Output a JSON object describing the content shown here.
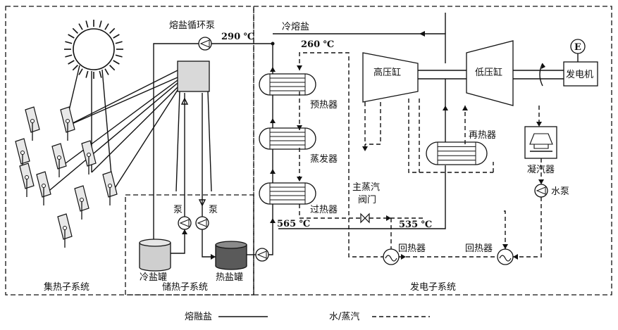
{
  "subsystems": {
    "collector": "集热子系统",
    "storage": "储热子系统",
    "power": "发电子系统"
  },
  "components": {
    "pump_main": "熔盐循环泵",
    "temp_290": "290 ℃",
    "cold_salt": "冷熔盐",
    "temp_260": "260 ℃",
    "preheater": "预热器",
    "evaporator": "蒸发器",
    "superheater": "过热器",
    "temp_565": "565 ℃",
    "main_valve_l1": "主蒸汽",
    "main_valve_l2": "阀门",
    "temp_535": "535 ℃",
    "hp_cylinder": "高压缸",
    "lp_cylinder": "低压缸",
    "generator": "发电机",
    "generator_symbol": "E",
    "reheater": "再热器",
    "condenser": "凝汽器",
    "water_pump": "水泵",
    "regen1": "回热器",
    "regen2": "回热器",
    "pump_left": "泵",
    "pump_right": "泵",
    "cold_tank": "冷盐罐",
    "hot_tank": "热盐罐"
  },
  "legend": {
    "salt": "熔融盐",
    "water": "水/蒸汽"
  }
}
